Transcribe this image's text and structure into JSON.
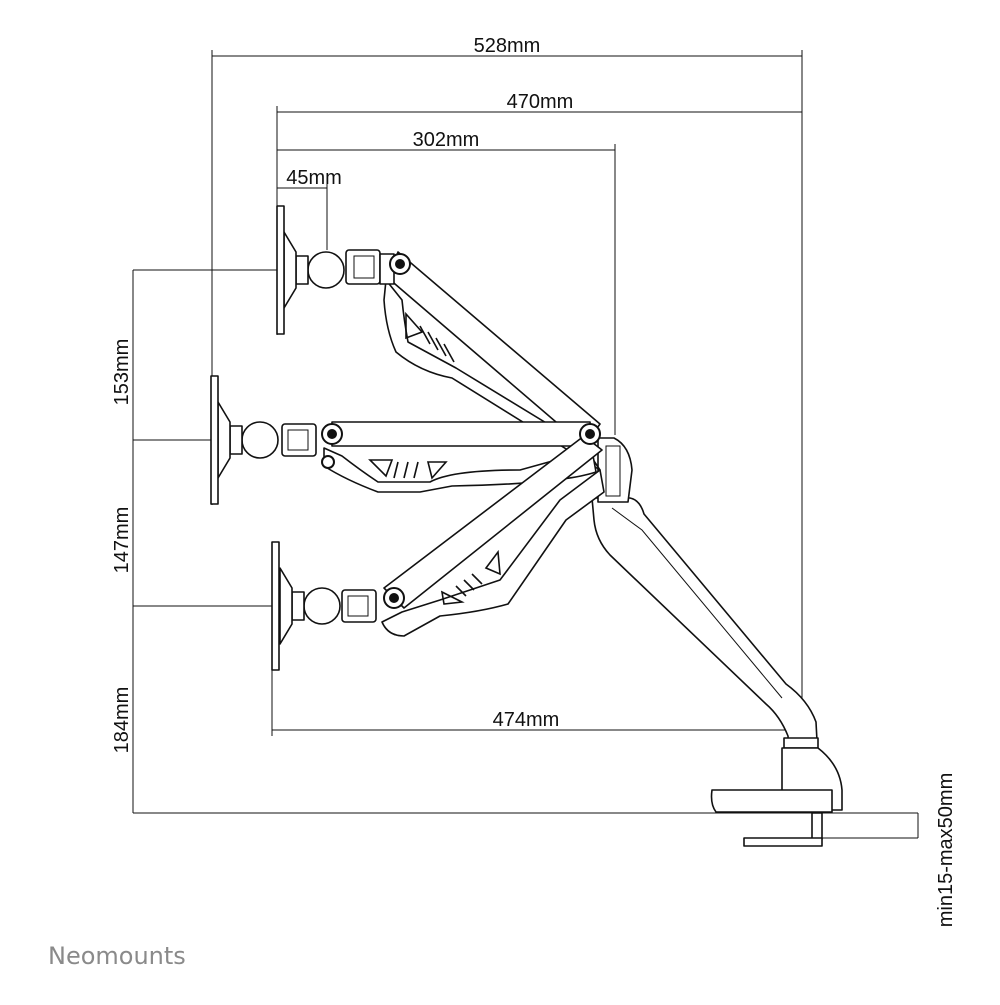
{
  "dimensions": {
    "overall_width": "528mm",
    "arm_reach": "470mm",
    "arm_mid_reach": "302mm",
    "vesa_offset": "45mm",
    "height_upper": "153mm",
    "height_middle": "147mm",
    "height_lower": "184mm",
    "base_reach": "474mm",
    "desk_thickness": "min15-max50mm"
  },
  "brand": {
    "name": "Neomounts"
  }
}
